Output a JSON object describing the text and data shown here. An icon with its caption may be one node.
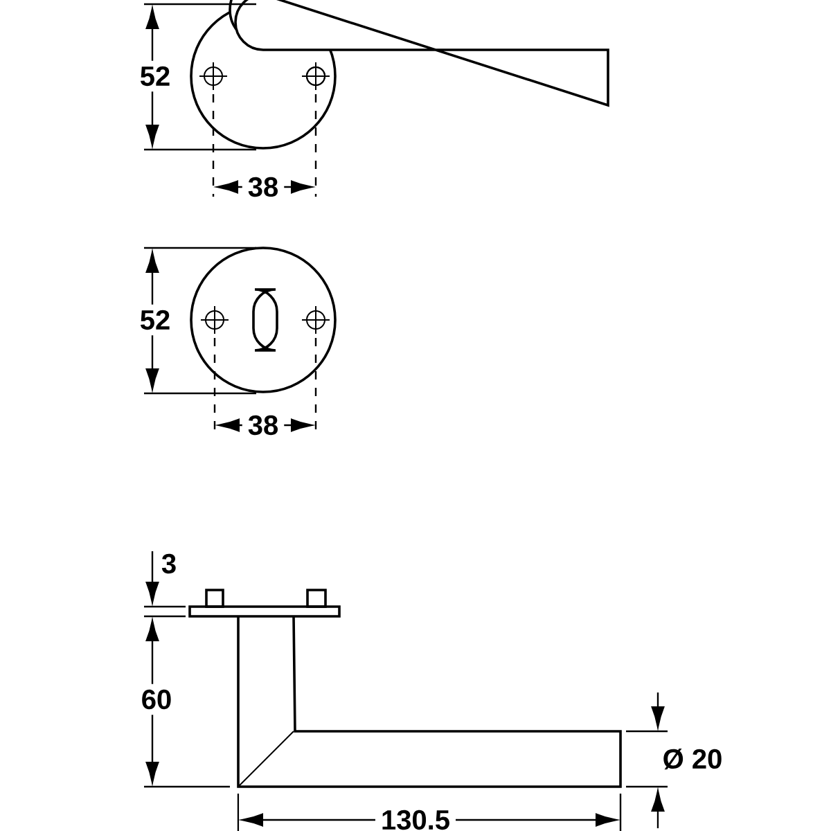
{
  "diagram": {
    "labels": [
      "52",
      "38",
      "52",
      "38",
      "3",
      "60",
      "Ø 20",
      "130.5"
    ]
  }
}
